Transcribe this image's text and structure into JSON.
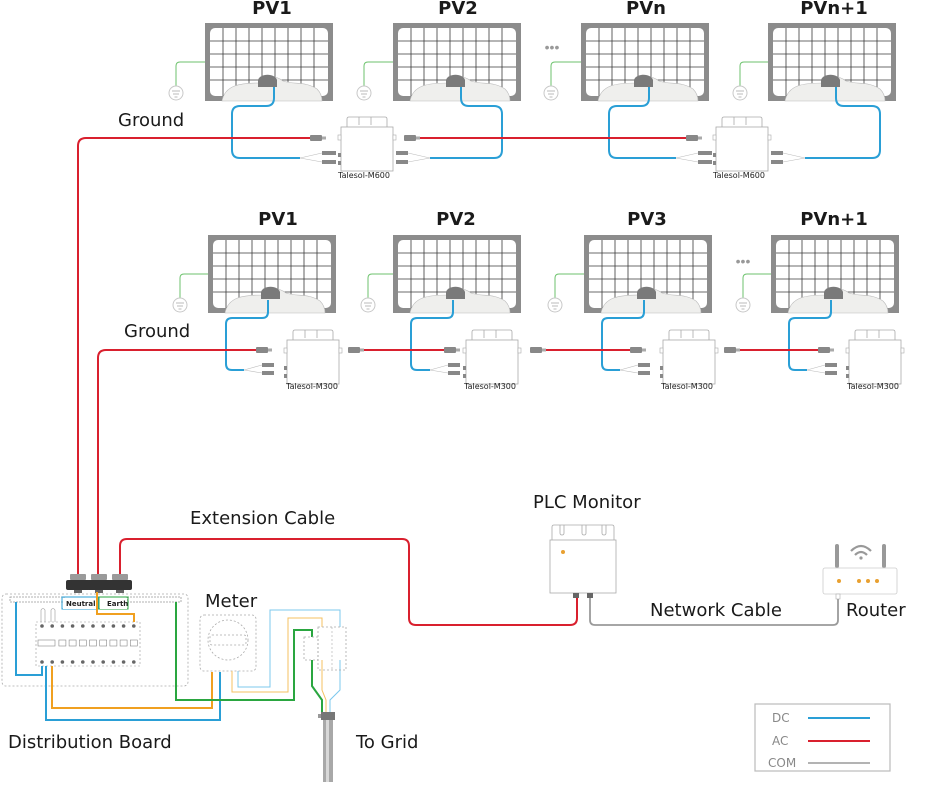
{
  "colors": {
    "dc": "#2a9fd6",
    "ac": "#d9202e",
    "com": "#9a9a9a",
    "ground_wire": "#5cb85c",
    "earth": "#2aa640",
    "neutral_orange": "#f0a020",
    "panel_frame": "#8c8c8c",
    "indicator": "#e8a030"
  },
  "row1": {
    "panels": [
      "PV1",
      "PV2",
      "PVn",
      "PVn+1"
    ],
    "ellipsis": "•••",
    "ground_label": "Ground",
    "inverters": [
      "Talesol-M600",
      "Talesol-M600"
    ]
  },
  "row2": {
    "panels": [
      "PV1",
      "PV2",
      "PV3",
      "PVn+1"
    ],
    "ellipsis": "•••",
    "ground_label": "Ground",
    "inverters": [
      "Talesol-M300",
      "Talesol-M300",
      "Talesol-M300",
      "Talesol-M300"
    ]
  },
  "labels": {
    "extension_cable": "Extension Cable",
    "plc_monitor": "PLC Monitor",
    "network_cable": "Network Cable",
    "router": "Router",
    "meter": "Meter",
    "distribution_board": "Distribution Board",
    "to_grid": "To Grid",
    "neutral": "Neutral",
    "earth": "Earth"
  },
  "legend": [
    {
      "label": "DC",
      "type": "dc"
    },
    {
      "label": "AC",
      "type": "ac"
    },
    {
      "label": "COM",
      "type": "com"
    }
  ]
}
